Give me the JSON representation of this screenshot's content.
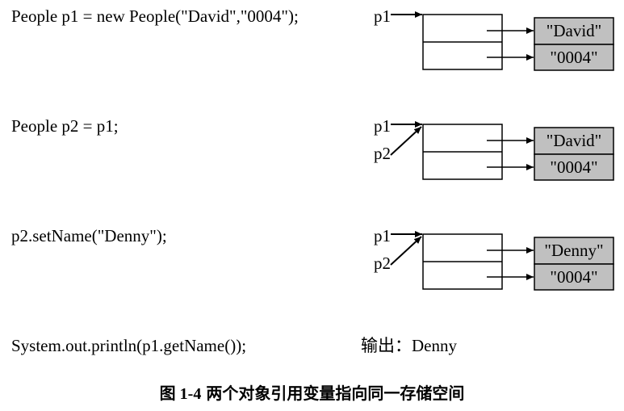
{
  "steps": [
    {
      "code": "People p1 = new People(\"David\",\"0004\");",
      "labels": [
        "p1"
      ],
      "values": [
        "\"David\"",
        "\"0004\""
      ]
    },
    {
      "code": "People p2 = p1;",
      "labels": [
        "p1",
        "p2"
      ],
      "values": [
        "\"David\"",
        "\"0004\""
      ]
    },
    {
      "code": "p2.setName(\"Denny\");",
      "labels": [
        "p1",
        "p2"
      ],
      "values": [
        "\"Denny\"",
        "\"0004\""
      ]
    }
  ],
  "print_statement": "System.out.println(p1.getName());",
  "output": "输出：Denny",
  "caption": {
    "number": "图 1-4",
    "text": "两个对象引用变量指向同一存储空间"
  },
  "colors": {
    "value_box_fill": "#c0c0c0",
    "stroke": "#000000"
  }
}
